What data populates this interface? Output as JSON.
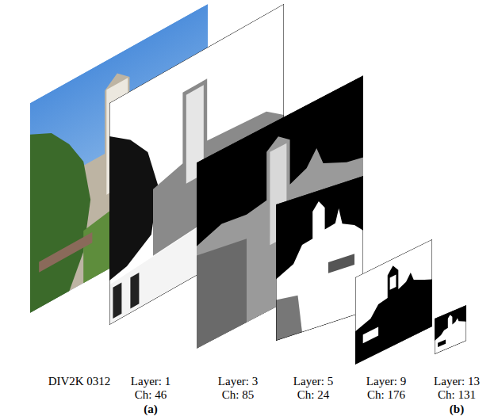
{
  "diagram": {
    "labels": [
      "DIV2K 0312",
      "Layer: 1",
      "Ch: 46",
      "Layer: 3",
      "Ch: 85",
      "Layer: 5",
      "Ch: 24",
      "Layer: 9",
      "Ch: 176",
      "Layer: 13",
      "Ch: 131",
      "(a)",
      "(b)"
    ]
  }
}
